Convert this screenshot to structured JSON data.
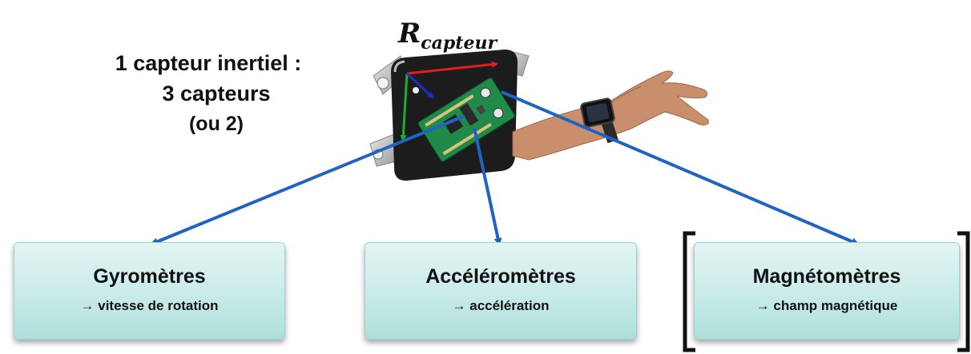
{
  "intro": {
    "line1": "1 capteur inertiel :",
    "line2": "3 capteurs",
    "line3": "(ou 2)"
  },
  "frame_label": {
    "main": "R",
    "subscript": "capteur"
  },
  "boxes": [
    {
      "title": "Gyromètres",
      "subtitle": "→ vitesse de rotation"
    },
    {
      "title": "Accéléromètres",
      "subtitle": "→ accélération"
    },
    {
      "title": "Magnétomètres",
      "subtitle": "→ champ magnétique"
    }
  ],
  "colors": {
    "arrow": "#1f63c3",
    "box_fill": "#c8ebe8",
    "axis_x": "#e02020",
    "axis_y": "#22aa33",
    "axis_z": "#1a2fd0",
    "pcb": "#1f8a4a",
    "housing": "#1c1c1c",
    "skin": "#c98e6b"
  },
  "images": [
    "sensor-housing-with-pcb",
    "forearm-with-smartwatch"
  ]
}
